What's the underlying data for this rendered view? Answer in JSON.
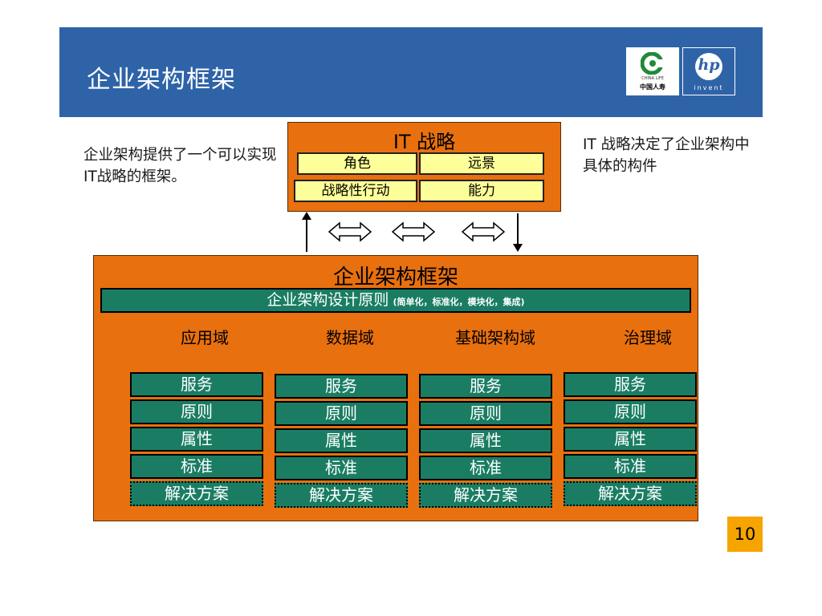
{
  "header": {
    "title": "企业架构框架"
  },
  "logos": {
    "china_life_en": "CHINA LIFE",
    "china_life_cn": "中国人寿",
    "hp_letters": "hp",
    "hp_tagline": "invent"
  },
  "notes": {
    "left": "企业架构提供了一个可以实现IT战略的框架。",
    "right": "IT 战略决定了企业架构中具体的构件"
  },
  "strategy": {
    "title": "IT 战略",
    "items": [
      "角色",
      "远景",
      "战略性行动",
      "能力"
    ]
  },
  "framework": {
    "title": "企业架构框架",
    "principles_main": "企业架构设计原则",
    "principles_sub": "(简单化，标准化，模块化，集成)",
    "domains": [
      {
        "name": "应用域",
        "cells": [
          "服务",
          "原则",
          "属性",
          "标准",
          "解决方案"
        ]
      },
      {
        "name": "数据域",
        "cells": [
          "服务",
          "原则",
          "属性",
          "标准",
          "解决方案"
        ]
      },
      {
        "name": "基础架构域",
        "cells": [
          "服务",
          "原则",
          "属性",
          "标准",
          "解决方案"
        ]
      },
      {
        "name": "治理域",
        "cells": [
          "服务",
          "原则",
          "属性",
          "标准",
          "解决方案"
        ]
      }
    ]
  },
  "page_number": "10",
  "colors": {
    "header_blue": "#2e63a8",
    "orange": "#e8700e",
    "teal": "#1a7d63",
    "yellow": "#ffff99",
    "page_badge": "#f5a400"
  },
  "icons": {
    "up_arrow": "arrow-up-icon",
    "down_arrow": "arrow-down-icon",
    "bidirectional": "double-arrow-icon"
  }
}
